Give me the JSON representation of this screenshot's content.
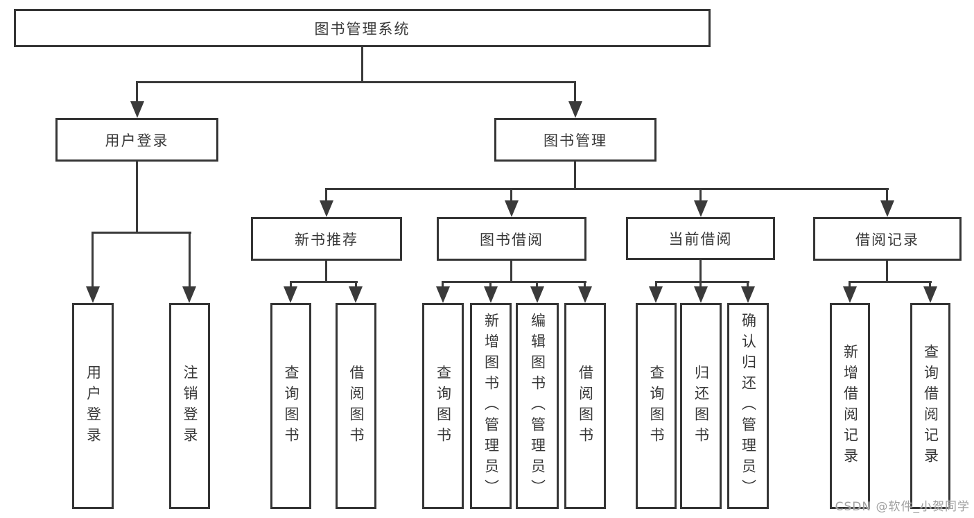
{
  "diagram": {
    "root": "图书管理系统",
    "level2": [
      {
        "label": "用户登录",
        "children": [
          "用户登录",
          "注销登录"
        ]
      },
      {
        "label": "图书管理",
        "children": [
          {
            "label": "新书推荐",
            "children": [
              "查询图书",
              "借阅图书"
            ]
          },
          {
            "label": "图书借阅",
            "children": [
              "查询图书",
              "新增图书（管理员）",
              "编辑图书（管理员）",
              "借阅图书"
            ]
          },
          {
            "label": "当前借阅",
            "children": [
              "查询图书",
              "归还图书",
              "确认归还（管理员）"
            ]
          },
          {
            "label": "借阅记录",
            "children": [
              "新增借阅记录",
              "查询借阅记录"
            ]
          }
        ]
      }
    ]
  },
  "watermark": "CSDN @软件_小贺同学",
  "colors": {
    "line": "#3a3a3a",
    "border": "#353535",
    "text": "#383838",
    "watermark": "#a0a0a0",
    "background": "#ffffff"
  }
}
